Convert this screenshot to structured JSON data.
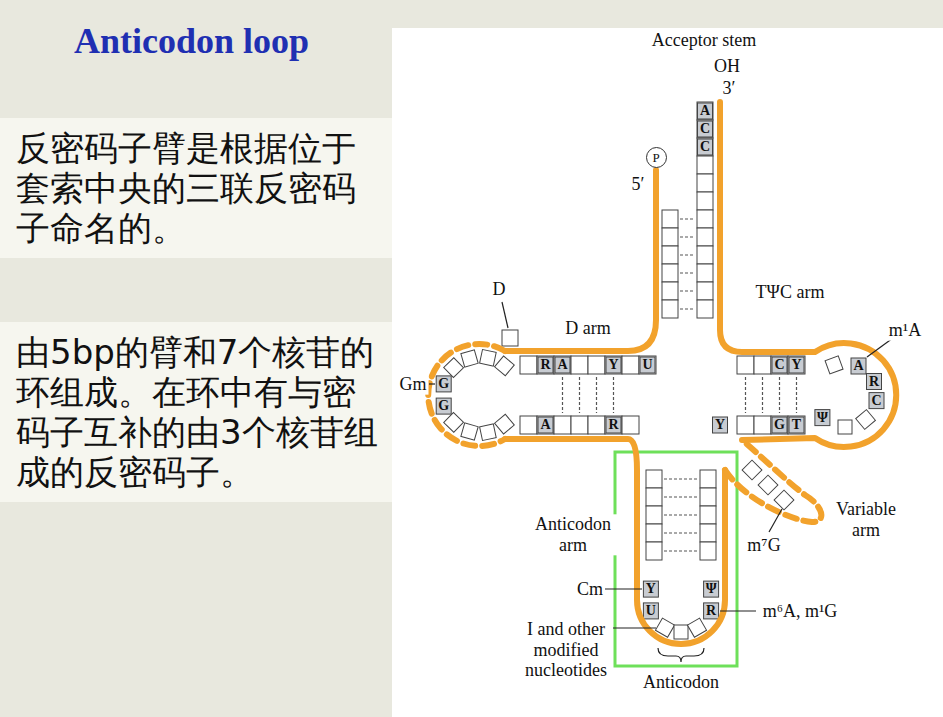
{
  "diagram": {
    "title": "Anticodon loop",
    "nodes": [
      {
        "text": [
          "反密码子臂是根据位于套索中央的三联反密码子命名的。"
        ]
      },
      {
        "text": [
          "由5bp的臂和7个核苷的环组成。在环中有与密码子互补的由3个核苷组成的反密码子。"
        ]
      },
      {
        "text": [
          "P"
        ]
      }
    ],
    "labels": [
      "Acceptor stem",
      "OH",
      "3′",
      "A",
      "C",
      "C",
      "5′",
      "D",
      "D arm",
      "R",
      "A",
      "Y",
      "U",
      "Gm",
      "G",
      "G",
      "A",
      "R",
      "TΨC arm",
      "m¹A",
      "C",
      "Y",
      "A",
      "R",
      "C",
      "G",
      "T",
      "Ψ",
      "Y",
      "Variable arm",
      "m⁷G",
      "Anticodon arm",
      "Cm",
      "Y",
      "U",
      "Ψ",
      "R",
      "m⁶A, m¹G",
      "I and other modified nucleotides",
      "Anticodon"
    ]
  }
}
